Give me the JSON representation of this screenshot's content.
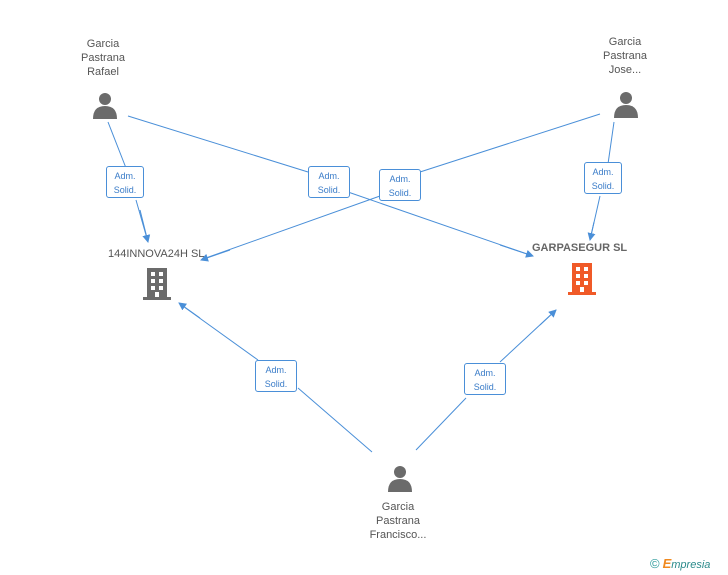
{
  "people": {
    "rafael": {
      "line1": "Garcia",
      "line2": "Pastrana",
      "line3": "Rafael"
    },
    "jose": {
      "line1": "Garcia",
      "line2": "Pastrana",
      "line3": "Jose..."
    },
    "francisco": {
      "line1": "Garcia",
      "line2": "Pastrana",
      "line3": "Francisco..."
    }
  },
  "companies": {
    "innova": {
      "name": "144INNOVA24H SL"
    },
    "garpasegur": {
      "name": "GARPASEGUR SL"
    }
  },
  "roles": {
    "r1": {
      "line1": "Adm.",
      "line2": "Solid."
    },
    "r2": {
      "line1": "Adm.",
      "line2": "Solid."
    },
    "r3": {
      "line1": "Adm.",
      "line2": "Solid."
    },
    "r4": {
      "line1": "Adm.",
      "line2": "Solid."
    },
    "r5": {
      "line1": "Adm.",
      "line2": "Solid."
    },
    "r6": {
      "line1": "Adm.",
      "line2": "Solid."
    }
  },
  "colors": {
    "edge": "#4a8fd8",
    "person_icon": "#6b6b6b",
    "company_icon": "#6b6b6b",
    "main_company_icon": "#f05a28"
  },
  "footer": {
    "copyright": "©",
    "brand_e": "E",
    "brand_rest": "mpresia"
  }
}
